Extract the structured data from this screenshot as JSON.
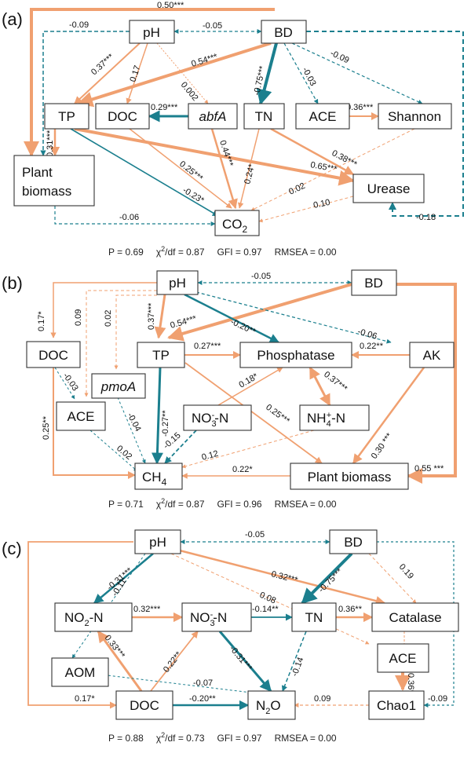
{
  "colors": {
    "positive": "#f0a070",
    "negative": "#1b7f8e",
    "box_border": "#333333"
  },
  "panels": [
    {
      "label": "(a)",
      "nodes": {
        "ph": "pH",
        "bd": "BD",
        "tp": "TP",
        "doc": "DOC",
        "abfa": "abfA",
        "tn": "TN",
        "ace": "ACE",
        "shannon": "Shannon",
        "plant1": "Plant",
        "plant2": "biomass",
        "urease": "Urease",
        "co2": "CO",
        "co2_sub": "2"
      },
      "coefficients": {
        "pbd_plant": "0.50***",
        "ph_plant": "-0.09",
        "ph_bd": "-0.05",
        "ph_tp": "0.37***",
        "ph_doc": "0.17",
        "ph_abfa": "0.002",
        "bd_tp": "0.54***",
        "bd_tn": "-0.75***",
        "bd_ace": "-0.03",
        "bd_shannon": "-0.09",
        "abfa_doc": "0.29***",
        "ace_shannon": "0.36***",
        "tp_plant": "0.31***",
        "doc_co2": "0.25***",
        "abfa_co2": "0.44***",
        "tn_co2": "0.24*",
        "tp_co2": "-0.23*",
        "tp_urease": "0.65***",
        "tn_urease": "0.38***",
        "shannon_co2": "0.02",
        "urease_co2": "0.10",
        "plant_co2": "-0.06",
        "bd_urease": "-0.18"
      },
      "fit": {
        "p": "P = 0.69",
        "chi_pre": "χ",
        "chi_sup": "2",
        "chi_post": "/df = 0.87",
        "gfi": "GFI = 0.97",
        "rmsea": "RMSEA = 0.00"
      }
    },
    {
      "label": "(b)",
      "nodes": {
        "ph": "pH",
        "bd": "BD",
        "doc": "DOC",
        "tp": "TP",
        "phosphatase": "Phosphatase",
        "ak": "AK",
        "pmoa": "pmoA",
        "ace": "ACE",
        "no3_pre": "NO",
        "no3_sub": "3",
        "no3_sup": "-",
        "no3_post": "-N",
        "nh4_pre": "NH",
        "nh4_sub": "4",
        "nh4_sup": "+",
        "nh4_post": "-N",
        "ch4_pre": "CH",
        "ch4_sub": "4",
        "plant": "Plant biomass"
      },
      "coefficients": {
        "ph_bd": "-0.05",
        "ph_doc": "0.17*",
        "ph_ace": "0.09",
        "ph_pmoa": "0.02",
        "ph_tp": "0.37***",
        "bd_tp": "0.54***",
        "ph_phos": "-0.20**",
        "ph_ak": "-0.06",
        "tp_phos": "0.27***",
        "ak_phos": "0.22**",
        "doc_ace": "-0.03",
        "pmoa_ch4": "-0.04",
        "tp_ch4": "-0.27**",
        "no3_phos": "0.18*",
        "nh4_phos": "0.37***",
        "tp_plant": "0.25***",
        "ak_plant": "0.30 ***",
        "doc_ch4": "0.25**",
        "no3_ch4": "-0.15",
        "ace_ch4": "0.02",
        "nh4_ch4": "0.12",
        "plant_ch4": "0.22*",
        "bd_plant": "0.55 ***"
      },
      "fit": {
        "p": "P = 0.71",
        "chi_pre": "χ",
        "chi_sup": "2",
        "chi_post": "/df = 0.87",
        "gfi": "GFI = 0.96",
        "rmsea": "RMSEA = 0.00"
      }
    },
    {
      "label": "(c)",
      "nodes": {
        "ph": "pH",
        "bd": "BD",
        "no2_pre": "NO",
        "no2_sub": "2",
        "no2_post": "-N",
        "no3_pre": "NO",
        "no3_sub": "3",
        "no3_sup": "-",
        "no3_post": "-N",
        "tn": "TN",
        "catalase": "Catalase",
        "ace": "ACE",
        "aom": "AOM",
        "doc": "DOC",
        "n2o_pre": "N",
        "n2o_sub": "2",
        "n2o_post": "O",
        "chao1": "Chao1"
      },
      "coefficients": {
        "ph_bd": "-0.05",
        "ph_no2": "-0.31***",
        "ph_aom": "-0.11",
        "ph_catalase": "0.32***",
        "ph_ace": "0.08",
        "bd_tn": "-0.75***",
        "bd_catalase": "0.19",
        "no2_no3": "0.32***",
        "no3_tn": "-0.14**",
        "tn_catalase": "0.36**",
        "doc_no2": "0.33***",
        "doc_no3": "0.22**",
        "no3_n2o": "-0.31***",
        "tn_n2o": "-0.14",
        "ace_chao1": "0.36***",
        "aom_n2o": "-0.07",
        "ph_doc": "0.17*",
        "doc_n2o": "-0.20**",
        "chao1_n2o": "0.09",
        "bd_chao1": "-0.09"
      },
      "fit": {
        "p": "P = 0.88",
        "chi_pre": "χ",
        "chi_sup": "2",
        "chi_post": "/df = 0.73",
        "gfi": "GFI = 0.97",
        "rmsea": "RMSEA = 0.00"
      }
    }
  ]
}
